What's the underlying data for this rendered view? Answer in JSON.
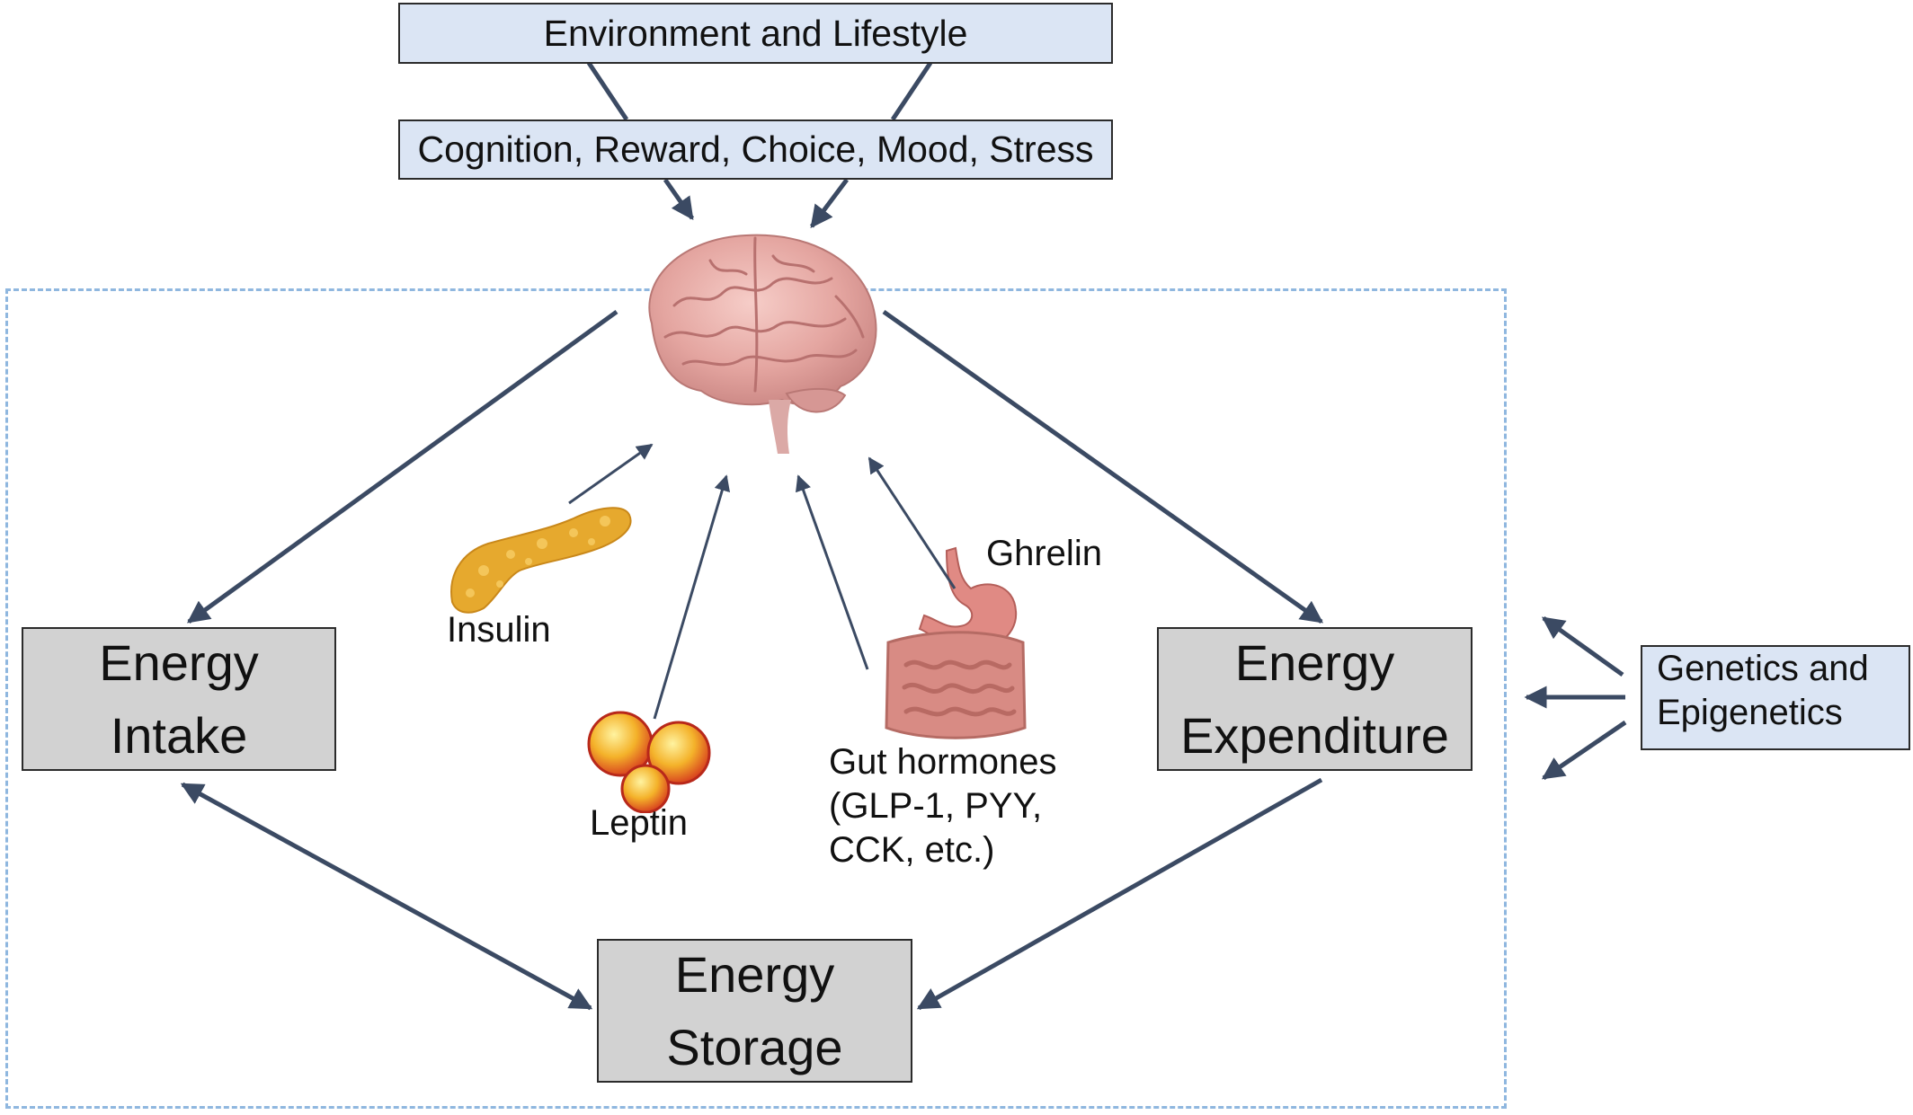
{
  "top_boxes": {
    "environment": "Environment and Lifestyle",
    "cognition": "Cognition, Reward, Choice, Mood, Stress"
  },
  "energy_boxes": {
    "intake": [
      "Energy",
      "Intake"
    ],
    "expenditure": [
      "Energy",
      "Expenditure"
    ],
    "storage": [
      "Energy",
      "Storage"
    ]
  },
  "genetics": [
    "Genetics and",
    "Epigenetics"
  ],
  "signals": {
    "insulin": "Insulin",
    "leptin": "Leptin",
    "ghrelin": "Ghrelin",
    "gut_hormones": [
      "Gut hormones",
      "(GLP-1, PYY,",
      "CCK, etc.)"
    ]
  },
  "icons": [
    "brain-icon",
    "pancreas-icon",
    "fat-cells-icon",
    "stomach-icon",
    "intestine-icon"
  ],
  "colors": {
    "arrow": "#3b4a63",
    "blue_box": "#dbe5f4",
    "gray_box": "#d2d2d2",
    "dashed_border": "#8fb7df"
  }
}
